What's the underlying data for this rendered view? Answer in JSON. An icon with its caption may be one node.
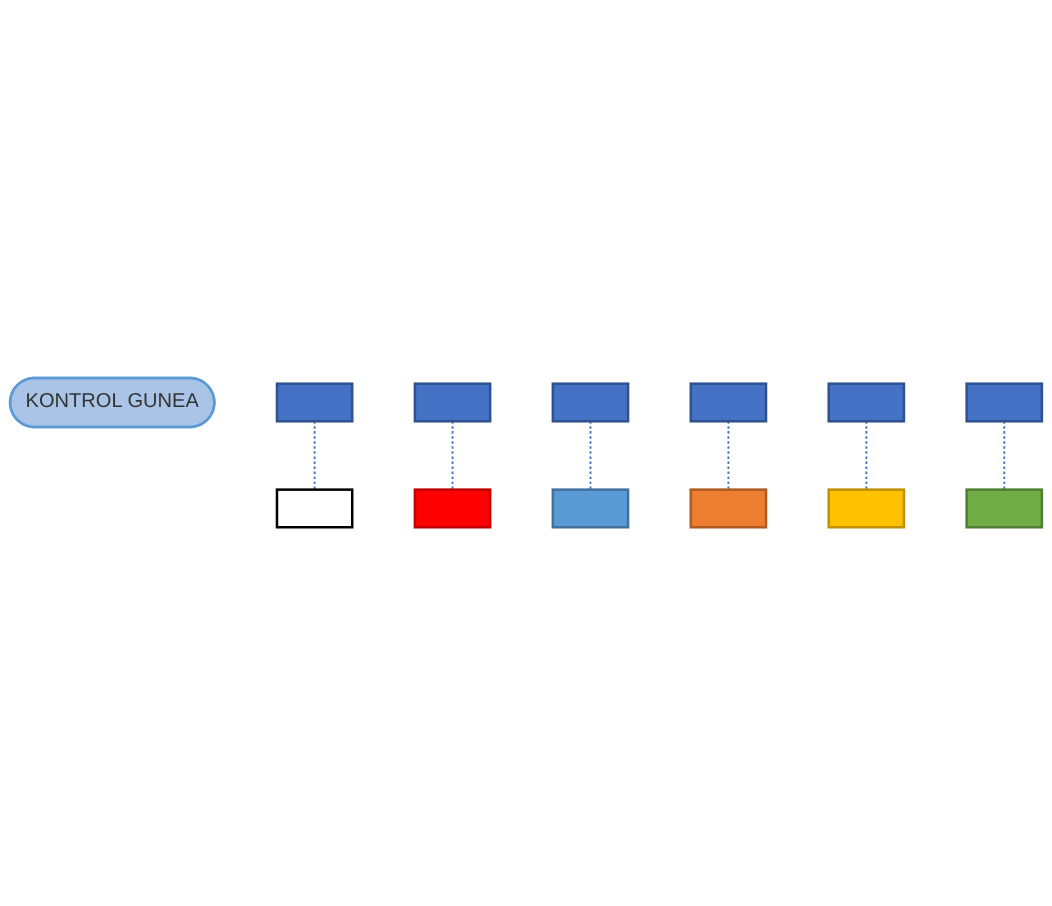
{
  "diagram": {
    "nodes": [
      {
        "text": [
          "KONTROL GUNEA"
        ]
      },
      {
        "text": [],
        "shape": "box"
      },
      {
        "text": [],
        "shape": "box"
      },
      {
        "text": [],
        "shape": "box"
      },
      {
        "text": [],
        "shape": "box"
      },
      {
        "text": [],
        "shape": "box"
      },
      {
        "text": [],
        "shape": "box"
      },
      {
        "text": [],
        "shape": "box"
      },
      {
        "text": [],
        "shape": "box"
      },
      {
        "text": [],
        "shape": "box"
      },
      {
        "text": [],
        "shape": "box"
      },
      {
        "text": [],
        "shape": "box"
      },
      {
        "text": [],
        "shape": "box"
      }
    ],
    "edges": [
      {
        "from": 1,
        "to": 4,
        "arrow": "none",
        "style": "dashed"
      },
      {
        "from": 2,
        "to": 5,
        "arrow": "none",
        "style": "dashed"
      },
      {
        "from": 3,
        "to": 6,
        "arrow": "none",
        "style": "dashed"
      },
      {
        "from": 10,
        "to": 7,
        "arrow": "none",
        "style": "dashed"
      },
      {
        "from": 9,
        "to": 8,
        "arrow": "none",
        "style": "dashed"
      },
      {
        "from": 12,
        "to": 11,
        "arrow": "none",
        "style": "dashed"
      }
    ]
  }
}
